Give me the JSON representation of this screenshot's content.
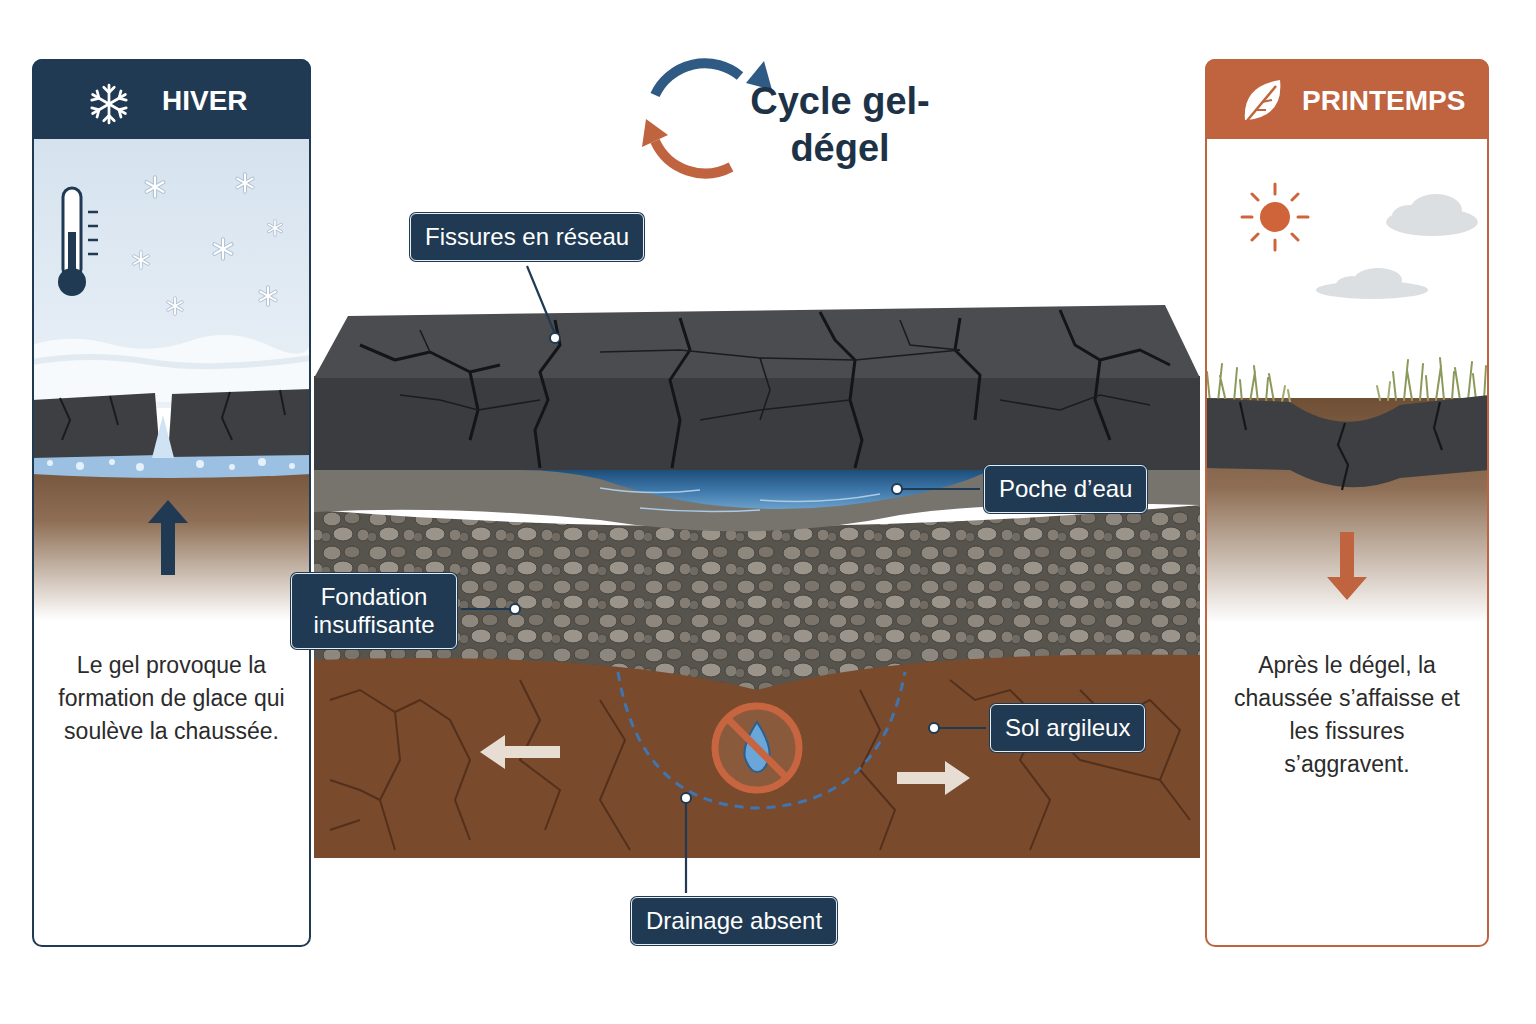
{
  "diagram": {
    "title": "Cycle gel-dégel",
    "nodes": [
      {
        "text": [
          "HIVER",
          "Le gel provoque la formation de glace qui soulève la chaussée."
        ]
      },
      {
        "text": [
          "Fissures en réseau"
        ]
      },
      {
        "text": [
          "Poche d’eau"
        ]
      },
      {
        "text": [
          "Fondation insuffisante"
        ]
      },
      {
        "text": [
          "Sol argileux"
        ]
      },
      {
        "text": [
          "Drainage absent"
        ]
      },
      {
        "text": [
          "PRINTEMPS",
          "Après le dégel, la chaussée s’affaisse et les fissures s’aggravent."
        ]
      }
    ]
  }
}
